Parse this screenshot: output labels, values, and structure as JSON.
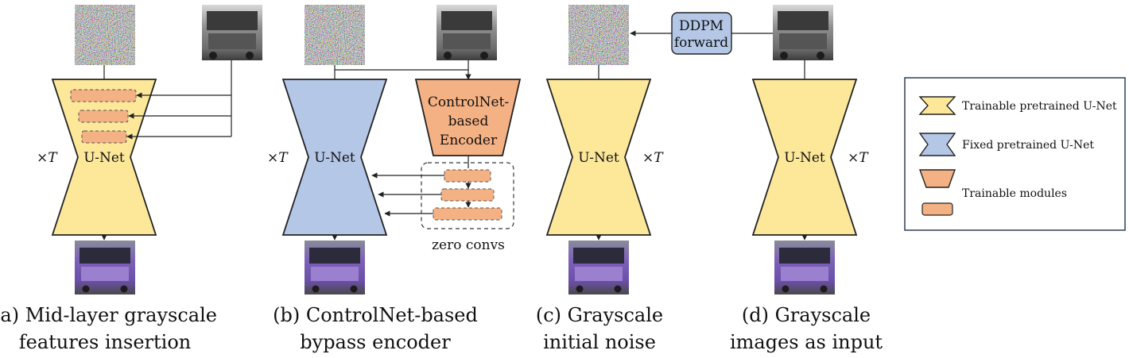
{
  "colors": {
    "trainable_unet": "#fde89a",
    "fixed_unet": "#b4c7e7",
    "trainable_module": "#f4b183",
    "ddpm_box": "#b4c7e7",
    "outline": "#222222"
  },
  "icons": {
    "noise": "noise-image",
    "grayscale": "grayscale-bus-image",
    "color": "color-bus-image"
  },
  "panels": [
    {
      "id": "a",
      "unet_label": "U-Net",
      "times_sym": "×",
      "times_var": "T",
      "caption_line1": "(a) Mid-layer grayscale",
      "caption_line2": "features insertion"
    },
    {
      "id": "b",
      "unet_label": "U-Net",
      "times_sym": "×",
      "times_var": "T",
      "encoder_line1": "ControlNet-",
      "encoder_line2": "based",
      "encoder_line3": "Encoder",
      "zero_convs_label": "zero convs",
      "caption_line1": "(b) ControlNet-based",
      "caption_line2": "bypass encoder"
    },
    {
      "id": "c",
      "unet_label": "U-Net",
      "times_sym": "×",
      "times_var": "T",
      "ddpm_line1": "DDPM",
      "ddpm_line2": "forward",
      "caption_line1": "(c) Grayscale",
      "caption_line2": "initial noise"
    },
    {
      "id": "d",
      "unet_label": "U-Net",
      "times_sym": "×",
      "times_var": "T",
      "caption_line1": "(d) Grayscale",
      "caption_line2": "images as input"
    }
  ],
  "legend": {
    "items": [
      {
        "label": "Trainable pretrained U-Net"
      },
      {
        "label": "Fixed pretrained U-Net"
      },
      {
        "label": "Trainable modules"
      }
    ]
  }
}
